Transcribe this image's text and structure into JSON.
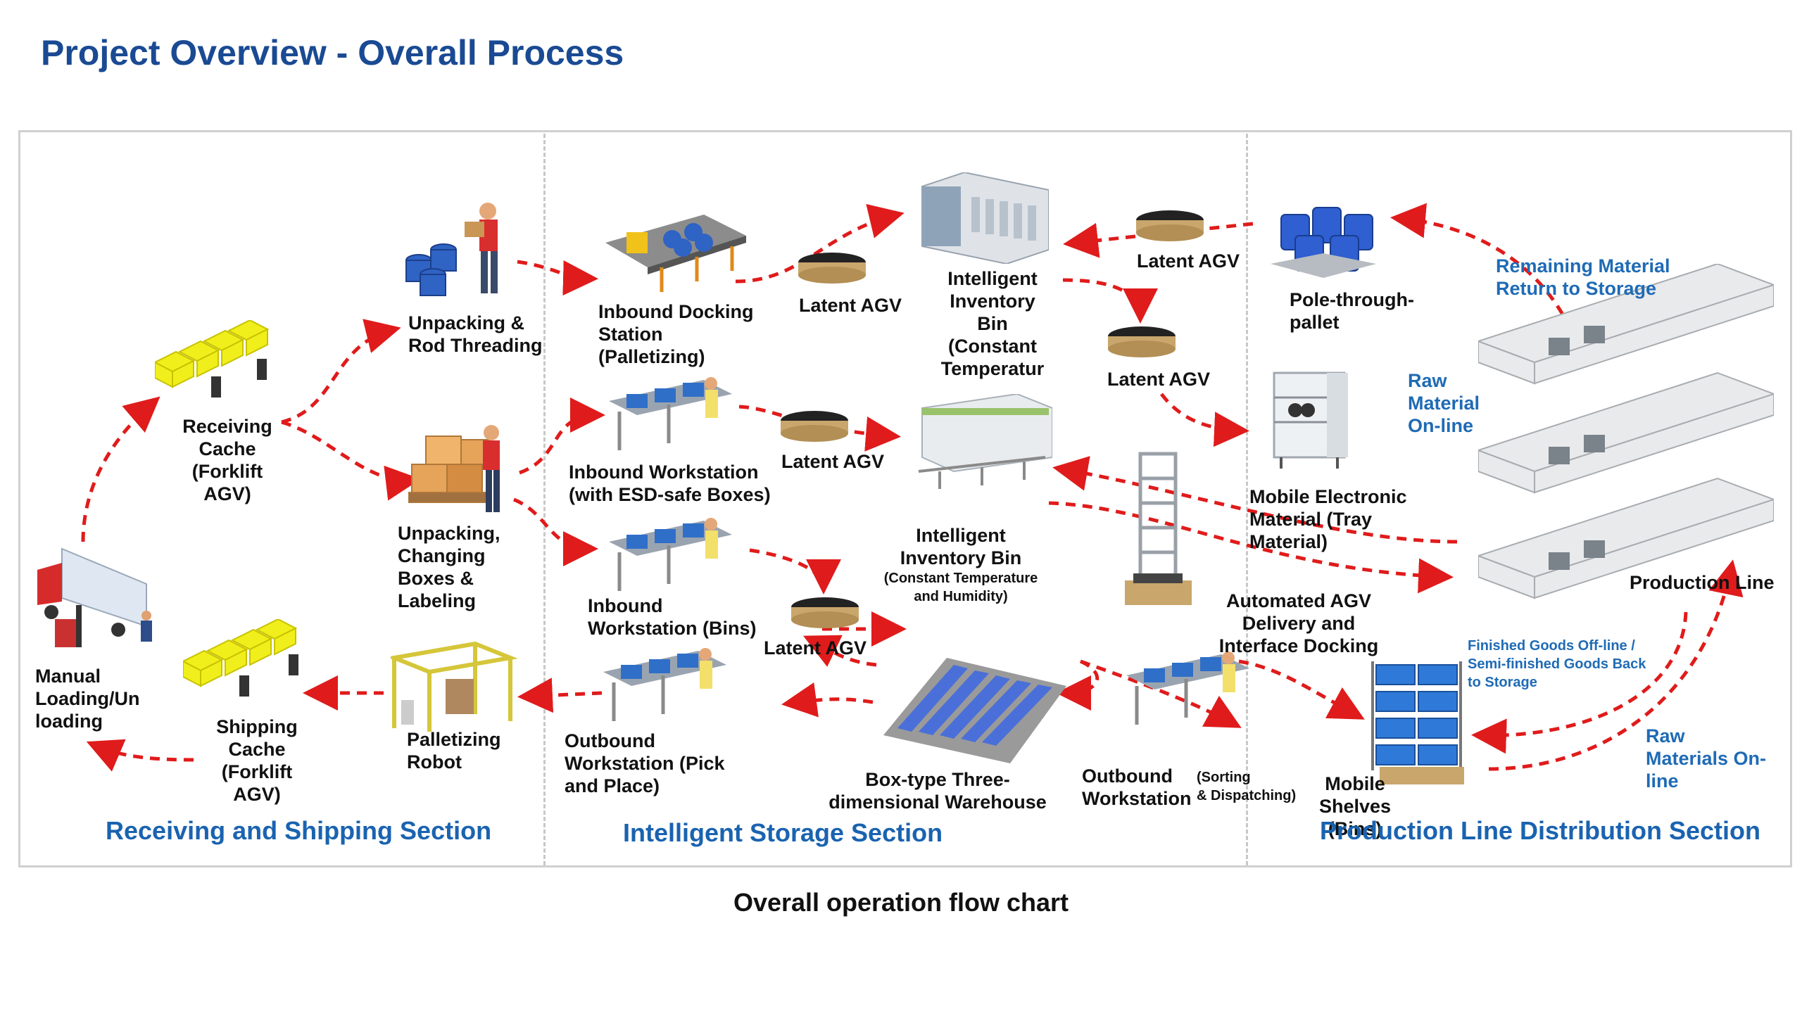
{
  "title": "Project Overview - Overall Process",
  "caption": "Overall operation flow chart",
  "sections": {
    "receiving": "Receiving and Shipping Section",
    "storage": "Intelligent Storage Section",
    "production": "Production Line Distribution Section"
  },
  "labels": {
    "manual_loading": "Manual\nLoading/Un\nloading",
    "receiving_cache": "Receiving\nCache\n(Forklift\nAGV)",
    "unpacking_rod": "Unpacking &\nRod Threading",
    "unpacking_changing": "Unpacking,\nChanging\nBoxes &\nLabeling",
    "shipping_cache": "Shipping\nCache\n(Forklift\nAGV)",
    "palletizing_robot": "Palletizing\nRobot",
    "inbound_docking": "Inbound Docking\nStation\n(Palletizing)",
    "latent_agv_1": "Latent AGV",
    "intelligent_bin_1": "Intelligent\nInventory\nBin\n(Constant\nTemperatur",
    "latent_agv_top": "Latent AGV",
    "latent_agv_right": "Latent AGV",
    "inbound_esd": "Inbound Workstation\n(with ESD-safe Boxes)",
    "latent_agv_2": "Latent AGV",
    "intelligent_bin_2": "Intelligent\nInventory Bin",
    "intelligent_bin_2_sub": "(Constant Temperature\nand Humidity)",
    "inbound_bins": "Inbound\nWorkstation (Bins)",
    "latent_agv_3": "Latent AGV",
    "outbound_pick": "Outbound\nWorkstation (Pick\nand Place)",
    "box_warehouse": "Box-type Three-\ndimensional Warehouse",
    "outbound_sort": "Outbound\nWorkstation",
    "outbound_sort_sub": "(Sorting\n& Dispatching)",
    "automated_agv": "Automated AGV\nDelivery and\nInterface Docking",
    "pole_pallet": "Pole-through-\npallet",
    "mobile_electronic": "Mobile Electronic\nMaterial (Tray\nMaterial)",
    "mobile_shelves": "Mobile Shelves\n(Bins)",
    "production_line": "Production Line",
    "remaining_material": "Remaining Material\nReturn to Storage",
    "raw_material_online": "Raw\nMaterial\nOn-line",
    "finished_goods": "Finished Goods Off-line /\nSemi-finished Goods Back\nto Storage",
    "raw_materials_online_2": "Raw\nMaterials On-\nline"
  },
  "icons": [
    "truck-icon",
    "forklift-icon",
    "pallet-icon",
    "worker-icon",
    "boxes-icon",
    "robot-icon",
    "conveyor-icon",
    "agv-icon",
    "inventory-bin-icon",
    "workstation-icon",
    "warehouse-icon",
    "lift-icon",
    "shelf-icon",
    "production-line-icon",
    "reel-icon",
    "rack-icon"
  ],
  "colors": {
    "title": "#1a4a93",
    "section": "#1a63b0",
    "flow": "#e01b1b",
    "note": "#1f6bb5"
  }
}
